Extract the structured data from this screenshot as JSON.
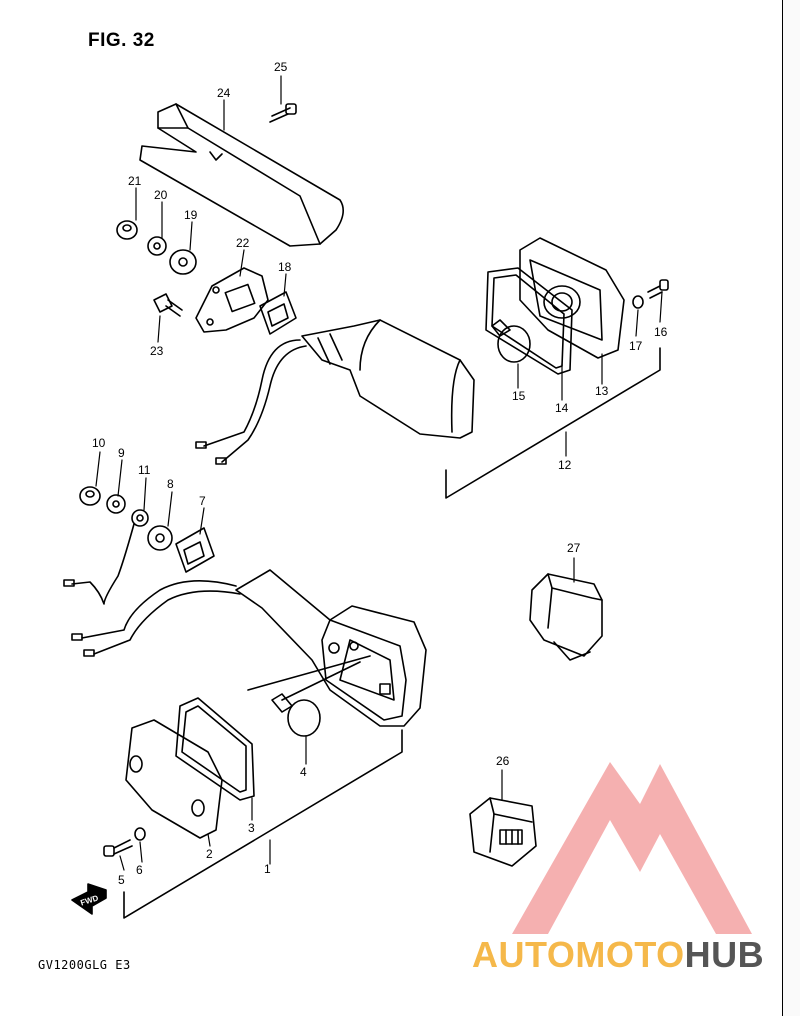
{
  "figure": {
    "title": "FIG. 32",
    "model_code": "GV1200GLG  E3"
  },
  "direction_arrow": {
    "label": "FWD"
  },
  "watermark": {
    "part_a": "AUTOMOTO",
    "part_b": "HUB",
    "color_a": "#f5b84a",
    "color_b": "#555555",
    "logo_color": "#f4a3a3"
  },
  "callouts": [
    "1",
    "2",
    "3",
    "4",
    "5",
    "6",
    "7",
    "8",
    "9",
    "10",
    "11",
    "12",
    "13",
    "14",
    "15",
    "16",
    "17",
    "18",
    "19",
    "20",
    "21",
    "22",
    "23",
    "24",
    "25",
    "26",
    "27"
  ]
}
